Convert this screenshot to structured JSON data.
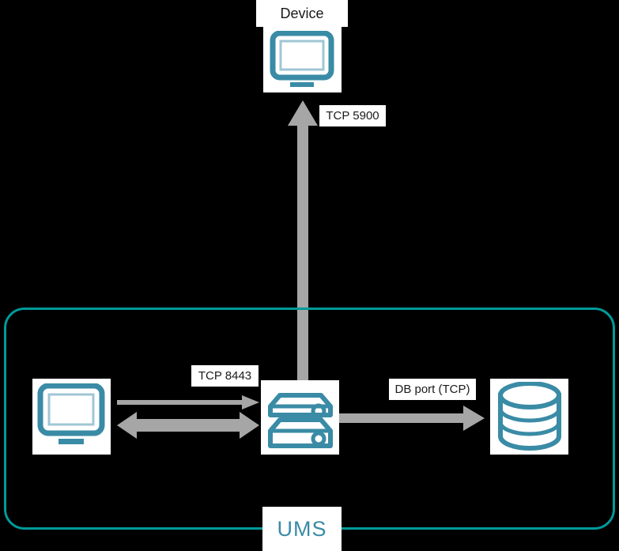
{
  "diagram": {
    "title": "UMS connection / port diagram",
    "background_color": "#000000",
    "accent_teal": "#3a8ba5",
    "boundary_color": "#009a9a",
    "arrow_color": "#a6a6a6",
    "label_bg": "#ffffff",
    "label_text_color": "#1a1a1a"
  },
  "nodes": {
    "device": {
      "label": "Device",
      "icon": "monitor-icon"
    },
    "client": {
      "label": "",
      "icon": "monitor-icon"
    },
    "server": {
      "label": "",
      "icon": "server-icon"
    },
    "database": {
      "label": "",
      "icon": "database-icon"
    }
  },
  "boundary": {
    "label": "UMS"
  },
  "connections": [
    {
      "id": "server-to-device",
      "label": "TCP 5900",
      "direction": "up",
      "style": "single-arrow"
    },
    {
      "id": "client-to-server",
      "label": "TCP 8443",
      "direction": "bidirectional",
      "style": "double-arrow"
    },
    {
      "id": "server-to-database",
      "label": "DB port (TCP)",
      "direction": "right",
      "style": "single-arrow"
    }
  ]
}
